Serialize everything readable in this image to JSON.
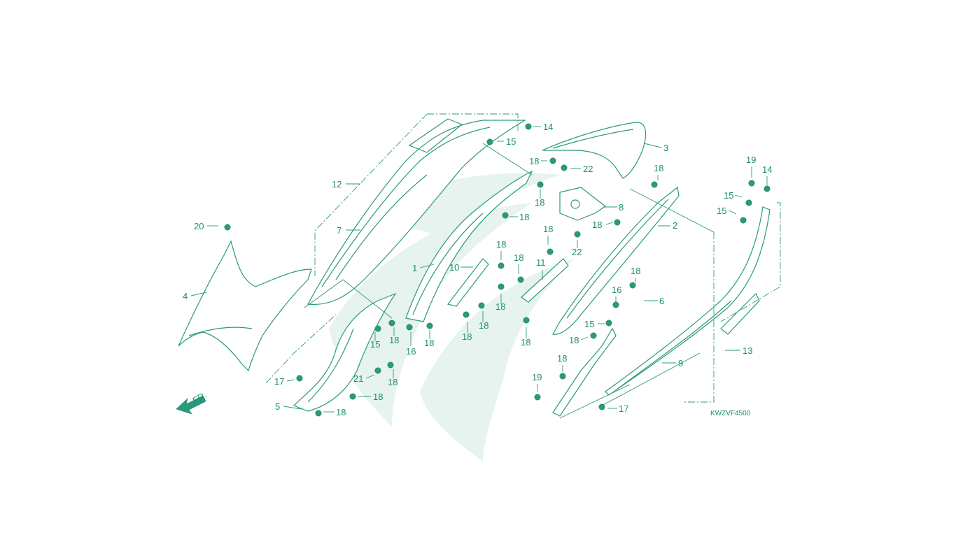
{
  "diagram": {
    "drawing_code": "KWZVF4500",
    "direction_mark": "FR.",
    "colors": {
      "line": "#2a9a7c",
      "text": "#1f8f70",
      "watermark": "#e6f3ee",
      "background": "#ffffff"
    },
    "callouts": [
      {
        "label": "1"
      },
      {
        "label": "2"
      },
      {
        "label": "3"
      },
      {
        "label": "4"
      },
      {
        "label": "5"
      },
      {
        "label": "6"
      },
      {
        "label": "7"
      },
      {
        "label": "8"
      },
      {
        "label": "9"
      },
      {
        "label": "10"
      },
      {
        "label": "11"
      },
      {
        "label": "12"
      },
      {
        "label": "13"
      },
      {
        "label": "14"
      },
      {
        "label": "14"
      },
      {
        "label": "15"
      },
      {
        "label": "15"
      },
      {
        "label": "15"
      },
      {
        "label": "15"
      },
      {
        "label": "15"
      },
      {
        "label": "16"
      },
      {
        "label": "16"
      },
      {
        "label": "17"
      },
      {
        "label": "17"
      },
      {
        "label": "18"
      },
      {
        "label": "18"
      },
      {
        "label": "18"
      },
      {
        "label": "18"
      },
      {
        "label": "18"
      },
      {
        "label": "18"
      },
      {
        "label": "18"
      },
      {
        "label": "18"
      },
      {
        "label": "18"
      },
      {
        "label": "18"
      },
      {
        "label": "18"
      },
      {
        "label": "18"
      },
      {
        "label": "18"
      },
      {
        "label": "18"
      },
      {
        "label": "18"
      },
      {
        "label": "18"
      },
      {
        "label": "18"
      },
      {
        "label": "18"
      },
      {
        "label": "18"
      },
      {
        "label": "18"
      },
      {
        "label": "19"
      },
      {
        "label": "19"
      },
      {
        "label": "20"
      },
      {
        "label": "21"
      },
      {
        "label": "22"
      },
      {
        "label": "22"
      }
    ]
  }
}
